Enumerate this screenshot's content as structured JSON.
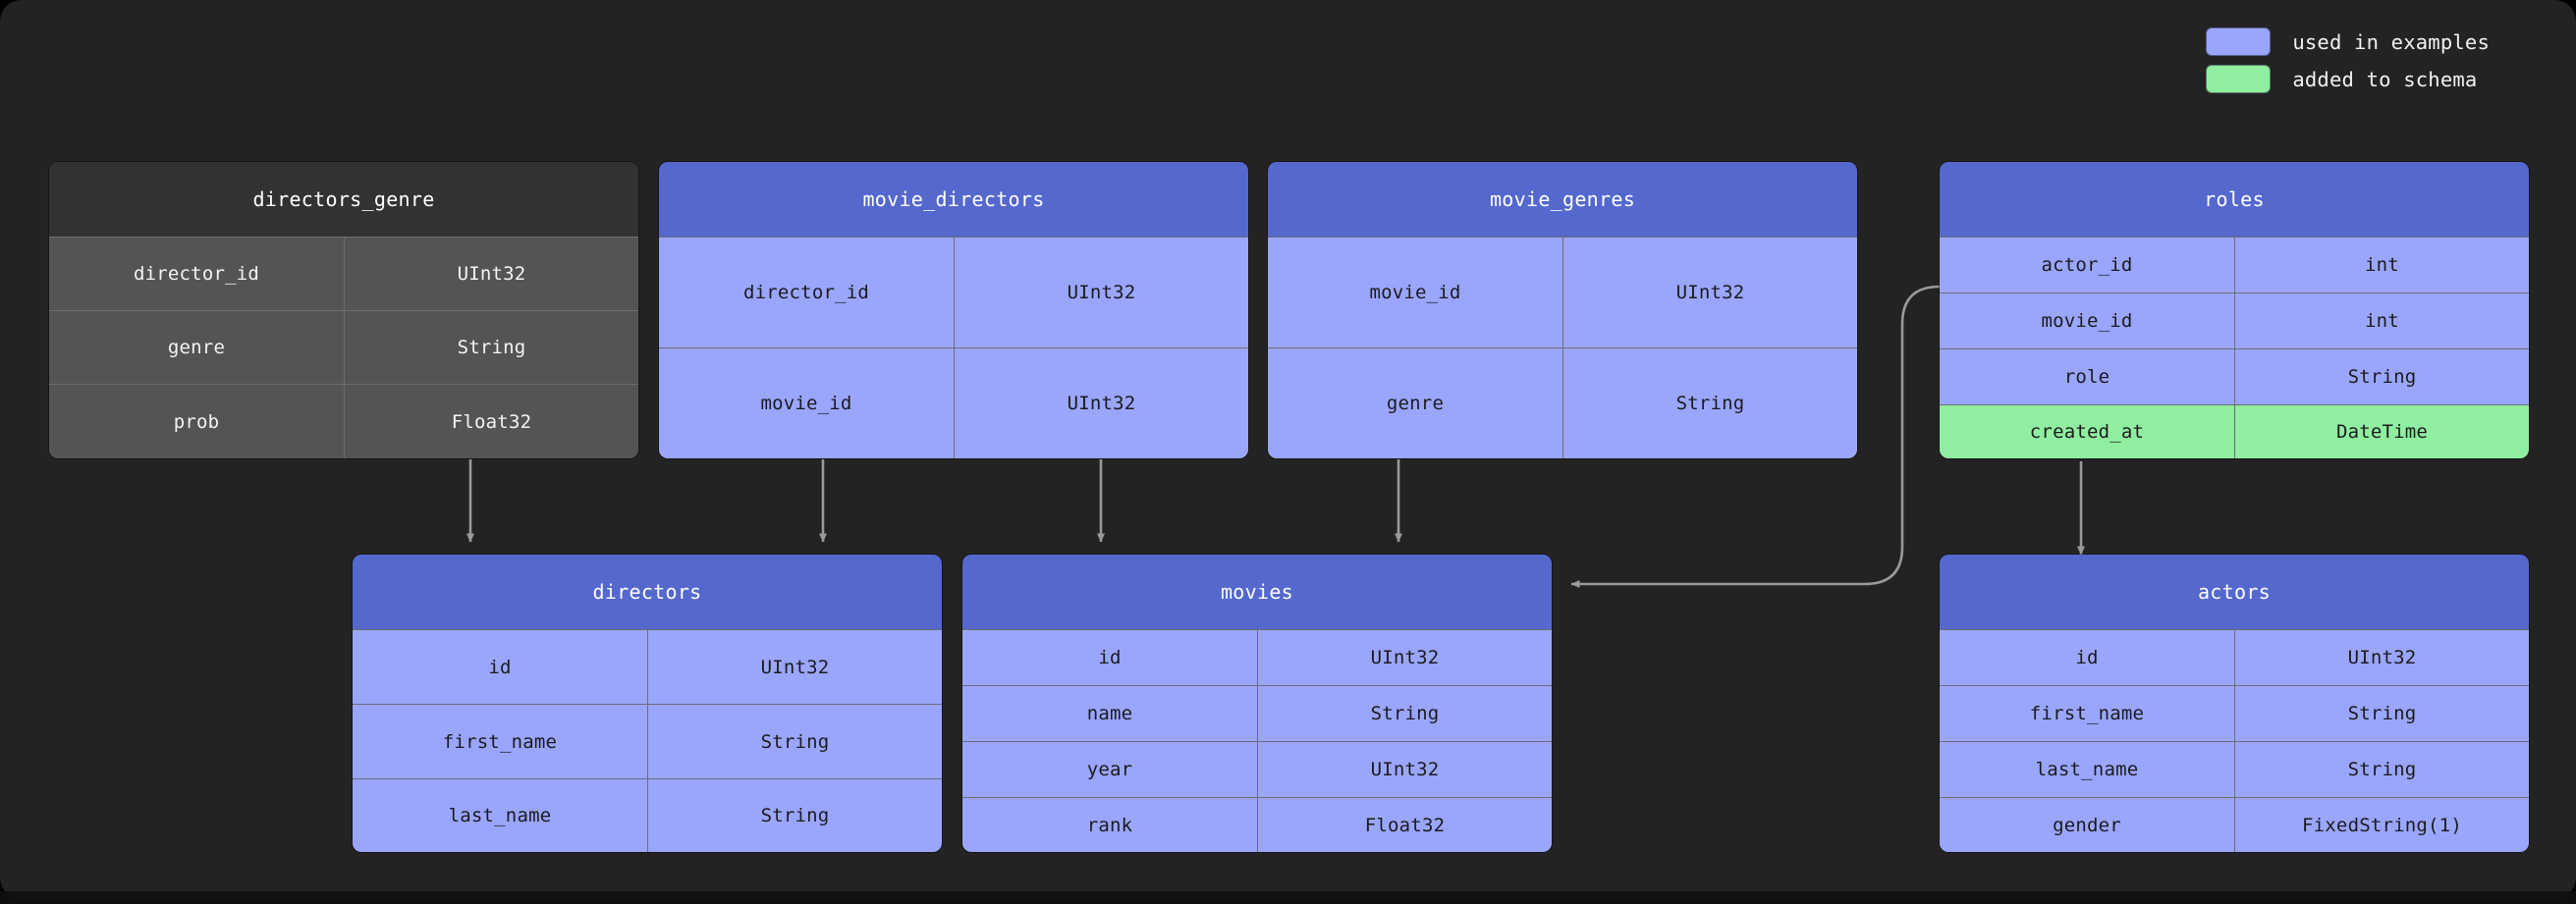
{
  "canvas": {
    "background": "#232323",
    "page_background": "#000000"
  },
  "legend": {
    "items": [
      {
        "label": "used in examples",
        "color": "#9aa6fb",
        "icon": "color-swatch-icon"
      },
      {
        "label": "added to schema",
        "color": "#90eea0",
        "icon": "color-swatch-icon"
      }
    ]
  },
  "palette": {
    "header_blue": "#5468ce",
    "row_blue": "#9aa6fb",
    "added_green": "#90eea0",
    "plain_header": "#323232",
    "plain_row": "#545454",
    "border": "#6d6d72",
    "wire": "#9a9a9a"
  },
  "tables": [
    {
      "id": "directors_genre",
      "title": "directors_genre",
      "highlighted": false,
      "columns": [
        {
          "name": "director_id",
          "type": "UInt32",
          "added": false
        },
        {
          "name": "genre",
          "type": "String",
          "added": false
        },
        {
          "name": "prob",
          "type": "Float32",
          "added": false
        }
      ]
    },
    {
      "id": "movie_directors",
      "title": "movie_directors",
      "highlighted": true,
      "columns": [
        {
          "name": "director_id",
          "type": "UInt32",
          "added": false
        },
        {
          "name": "movie_id",
          "type": "UInt32",
          "added": false
        }
      ]
    },
    {
      "id": "movie_genres",
      "title": "movie_genres",
      "highlighted": true,
      "columns": [
        {
          "name": "movie_id",
          "type": "UInt32",
          "added": false
        },
        {
          "name": "genre",
          "type": "String",
          "added": false
        }
      ]
    },
    {
      "id": "roles",
      "title": "roles",
      "highlighted": true,
      "columns": [
        {
          "name": "actor_id",
          "type": "int",
          "added": false
        },
        {
          "name": "movie_id",
          "type": "int",
          "added": false
        },
        {
          "name": "role",
          "type": "String",
          "added": false
        },
        {
          "name": "created_at",
          "type": "DateTime",
          "added": true
        }
      ]
    },
    {
      "id": "directors",
      "title": "directors",
      "highlighted": true,
      "columns": [
        {
          "name": "id",
          "type": "UInt32",
          "added": false
        },
        {
          "name": "first_name",
          "type": "String",
          "added": false
        },
        {
          "name": "last_name",
          "type": "String",
          "added": false
        }
      ]
    },
    {
      "id": "movies",
      "title": "movies",
      "highlighted": true,
      "columns": [
        {
          "name": "id",
          "type": "UInt32",
          "added": false
        },
        {
          "name": "name",
          "type": "String",
          "added": false
        },
        {
          "name": "year",
          "type": "UInt32",
          "added": false
        },
        {
          "name": "rank",
          "type": "Float32",
          "added": false
        }
      ]
    },
    {
      "id": "actors",
      "title": "actors",
      "highlighted": true,
      "columns": [
        {
          "name": "id",
          "type": "UInt32",
          "added": false
        },
        {
          "name": "first_name",
          "type": "String",
          "added": false
        },
        {
          "name": "last_name",
          "type": "String",
          "added": false
        },
        {
          "name": "gender",
          "type": "FixedString(1)",
          "added": false
        }
      ]
    }
  ],
  "relationships": [
    {
      "from": "directors_genre",
      "to": "directors"
    },
    {
      "from": "movie_directors",
      "to": "directors"
    },
    {
      "from": "movie_directors",
      "to": "movies"
    },
    {
      "from": "movie_genres",
      "to": "movies"
    },
    {
      "from": "roles",
      "to": "movies"
    },
    {
      "from": "roles",
      "to": "actors"
    }
  ]
}
